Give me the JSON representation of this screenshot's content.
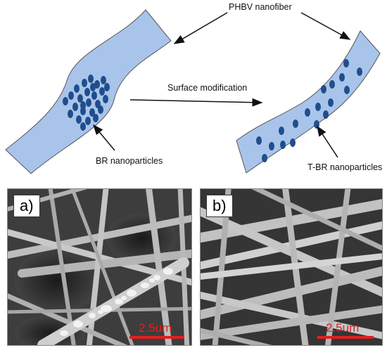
{
  "labels": {
    "phbv": "PHBV nanofiber",
    "surface_mod": "Surface modification",
    "br": "BR nanoparticles",
    "tbr": "T-BR nanoparticles"
  },
  "panels": [
    {
      "label": "a)",
      "scale": "2.5um"
    },
    {
      "label": "b)",
      "scale": "2.5um"
    }
  ],
  "colors": {
    "fiber_fill": "#a9c4ea",
    "fiber_stroke": "#555555",
    "particle": "#1f4e8c",
    "scale_bar": "#e41f1f"
  }
}
